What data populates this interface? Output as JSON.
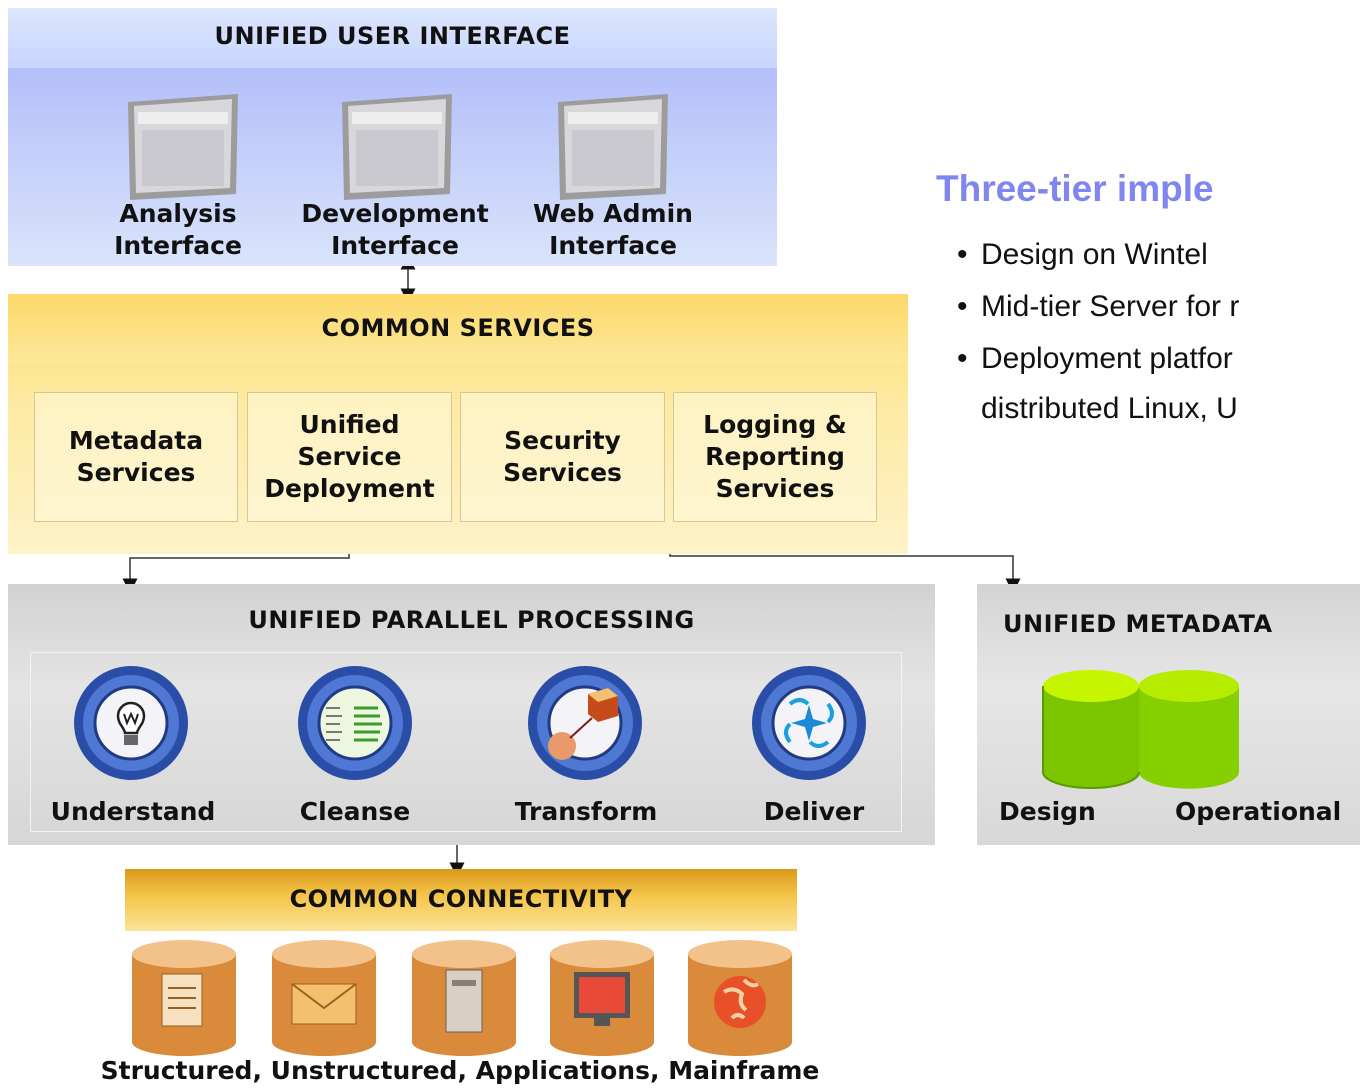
{
  "ui_tier": {
    "title": "UNIFIED USER INTERFACE",
    "interfaces": [
      {
        "line1": "Analysis",
        "line2": "Interface"
      },
      {
        "line1": "Development",
        "line2": "Interface"
      },
      {
        "line1": "Web Admin",
        "line2": "Interface"
      }
    ]
  },
  "services_tier": {
    "title": "COMMON SERVICES",
    "services": [
      {
        "lines": [
          "Metadata",
          "Services"
        ]
      },
      {
        "lines": [
          "Unified",
          "Service",
          "Deployment"
        ]
      },
      {
        "lines": [
          "Security",
          "Services"
        ]
      },
      {
        "lines": [
          "Logging &",
          "Reporting",
          "Services"
        ]
      }
    ]
  },
  "processing_tier": {
    "title": "UNIFIED PARALLEL PROCESSING",
    "steps": [
      "Understand",
      "Cleanse",
      "Transform",
      "Deliver"
    ],
    "icons": [
      "lightbulb-icon",
      "cleanse-icon",
      "transform-icon",
      "deliver-icon"
    ]
  },
  "metadata_tier": {
    "title": "UNIFIED METADATA",
    "labels": [
      "Design",
      "Operational"
    ]
  },
  "connectivity_tier": {
    "title": "COMMON CONNECTIVITY",
    "caption": "Structured, Unstructured, Applications, Mainframe",
    "icons": [
      "document-icon",
      "envelope-icon",
      "server-icon",
      "monitor-icon",
      "globe-icon"
    ]
  },
  "bullets": {
    "title": "Three-tier imple",
    "items": [
      "Design on Wintel",
      "Mid-tier Server for r",
      "Deployment platfor",
      "distributed Linux, U"
    ]
  },
  "colors": {
    "bullet_title": "#7f86ef",
    "ui_tier": "#a8b4fb",
    "services_tier": "#fde06a",
    "processing_tier": "#d2d2d2",
    "connectivity_band": "#f5c64c",
    "metadata_cylinder": "#8fd400"
  }
}
